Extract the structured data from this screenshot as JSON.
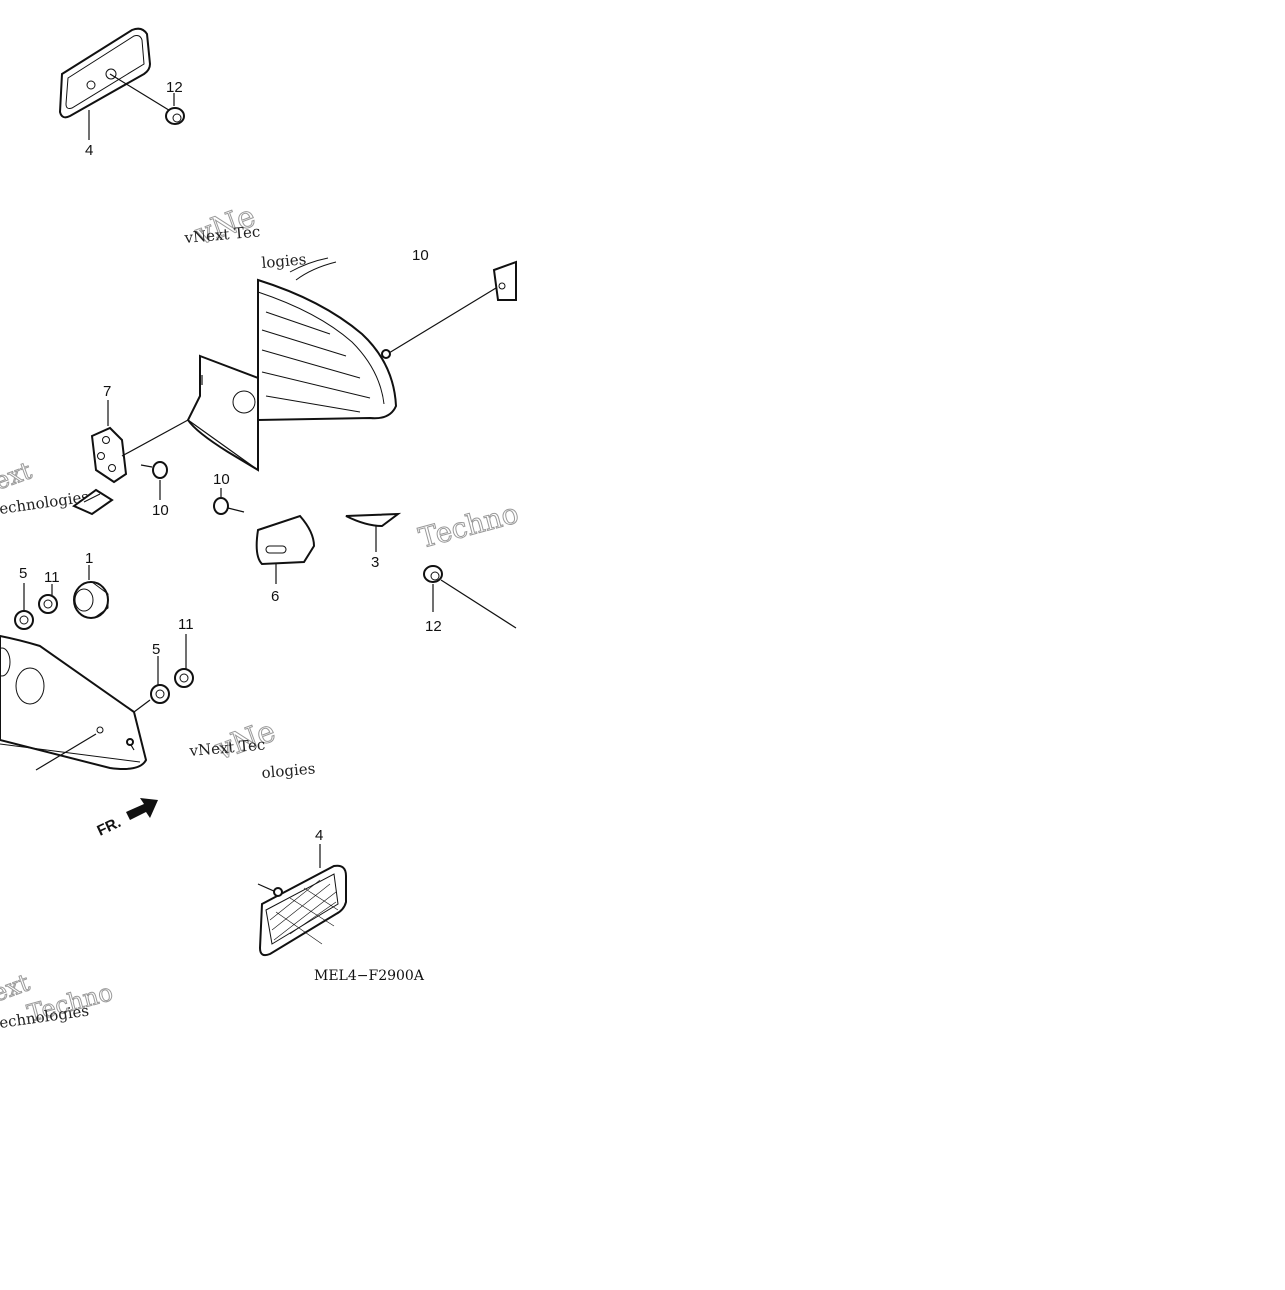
{
  "callouts": {
    "c4_top": "4",
    "c12_top": "12",
    "c7": "7",
    "c10_left": "10",
    "c10_right": "10",
    "c1": "1",
    "c5_a": "5",
    "c11_a": "11",
    "c11_b": "11",
    "c5_b": "5",
    "c6": "6",
    "c3": "3",
    "c12_bottom": "12",
    "c4_bottom": "4",
    "c10_partial": "10"
  },
  "watermark": {
    "brand_a": "vNext Tec",
    "brand_b": "vNext Tec",
    "techno_a": "Techno",
    "techno_b": "Techno",
    "techno_c": "echnologies",
    "techno_d": "echnologies",
    "techno_e": "logies",
    "big_a": "vNe",
    "big_b": "vNe",
    "big_c": "ext",
    "big_d": "ext",
    "ologies": "ologies"
  },
  "direction_label": "FR.",
  "diagram_code": "MEL4−F2900A",
  "colors": {
    "ink": "#111111",
    "background": "#ffffff",
    "watermark_outline": "#9a9a9a"
  }
}
